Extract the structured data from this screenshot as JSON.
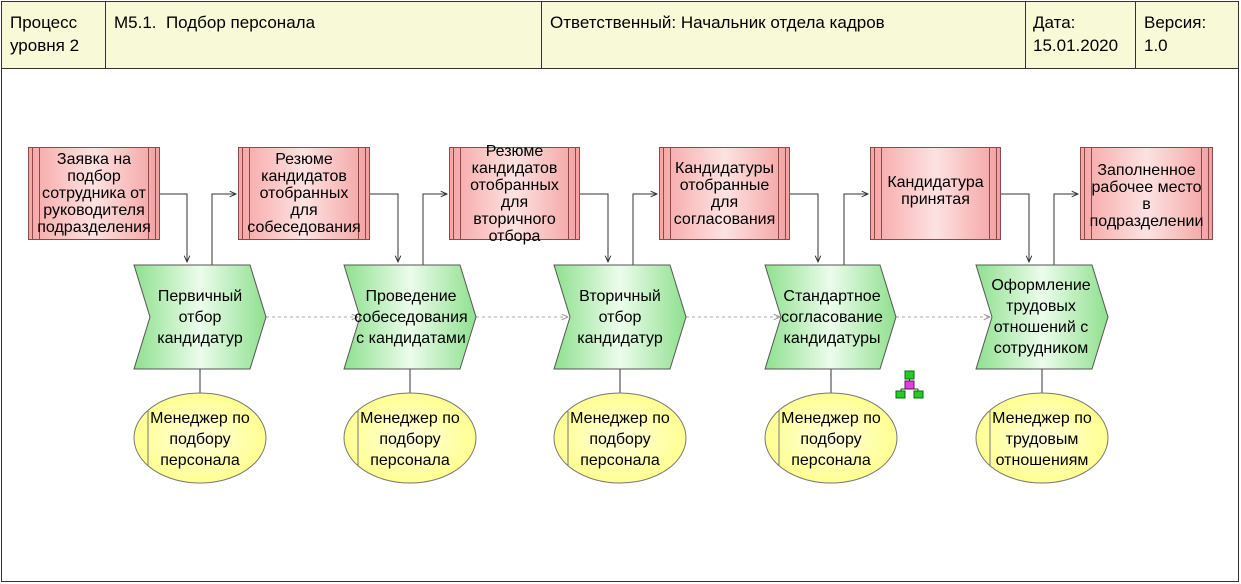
{
  "header": {
    "level_label": "Процесс\nуровня 2",
    "process_title": "М5.1.  Подбор персонала",
    "responsible": "Ответственный: Начальник отдела кадров",
    "date_label": "Дата:\n15.01.2020",
    "version_label": "Версия:\n1.0"
  },
  "artifacts": [
    {
      "text": "Заявка на подбор сотрудника от руководителя подразделения"
    },
    {
      "text": "Резюме кандидатов отобранных для собеседования"
    },
    {
      "text": "Резюме кандидатов отобранных для вторичного отбора"
    },
    {
      "text": "Кандидатуры отобранные для согласования"
    },
    {
      "text": "Кандидатура принятая"
    },
    {
      "text": "Заполненное рабочее место в подразделении"
    }
  ],
  "processes": [
    {
      "text": "Первичный отбор кандидатур"
    },
    {
      "text": "Проведение собеседования с кандидатами"
    },
    {
      "text": "Вторичный отбор кандидатур"
    },
    {
      "text": "Стандартное согласование кандидатуры"
    },
    {
      "text": "Оформление трудовых отношений с сотрудником"
    }
  ],
  "roles": [
    {
      "text": "Менеджер по подбору персонала"
    },
    {
      "text": "Менеджер по подбору персонала"
    },
    {
      "text": "Менеджер по подбору персонала"
    },
    {
      "text": "Менеджер по подбору персонала"
    },
    {
      "text": "Менеджер по трудовым отношениям"
    }
  ],
  "colors": {
    "header_bg": "#f8f9d6",
    "artifact_fill": "#f7a5a5",
    "process_fill": "#9ee89e",
    "role_fill": "#ffff99",
    "line": "#333333"
  },
  "icons": [
    "hierarchy-icon"
  ]
}
